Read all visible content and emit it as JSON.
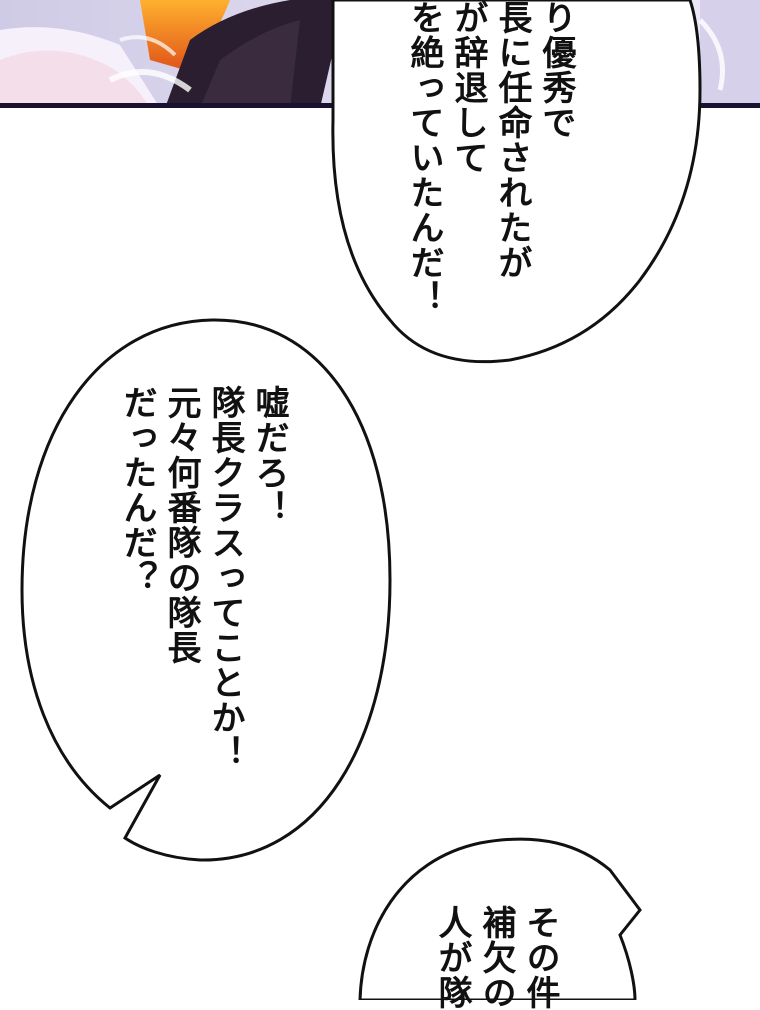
{
  "bubbles": {
    "top": {
      "lines": [
        "り優秀で",
        "長に任命されたが",
        "が辞退して",
        "を絶っていたんだ！"
      ]
    },
    "middle": {
      "lines": [
        "嘘だろ！",
        "隊長クラスってことか！",
        "元々何番隊の隊長",
        "だったんだ？"
      ]
    },
    "bottom": {
      "lines": [
        "その件",
        "補欠の",
        "人が隊"
      ]
    }
  },
  "colors": {
    "ink": "#111111",
    "panel_border": "#1a1030",
    "fire": "#f08a1c"
  }
}
